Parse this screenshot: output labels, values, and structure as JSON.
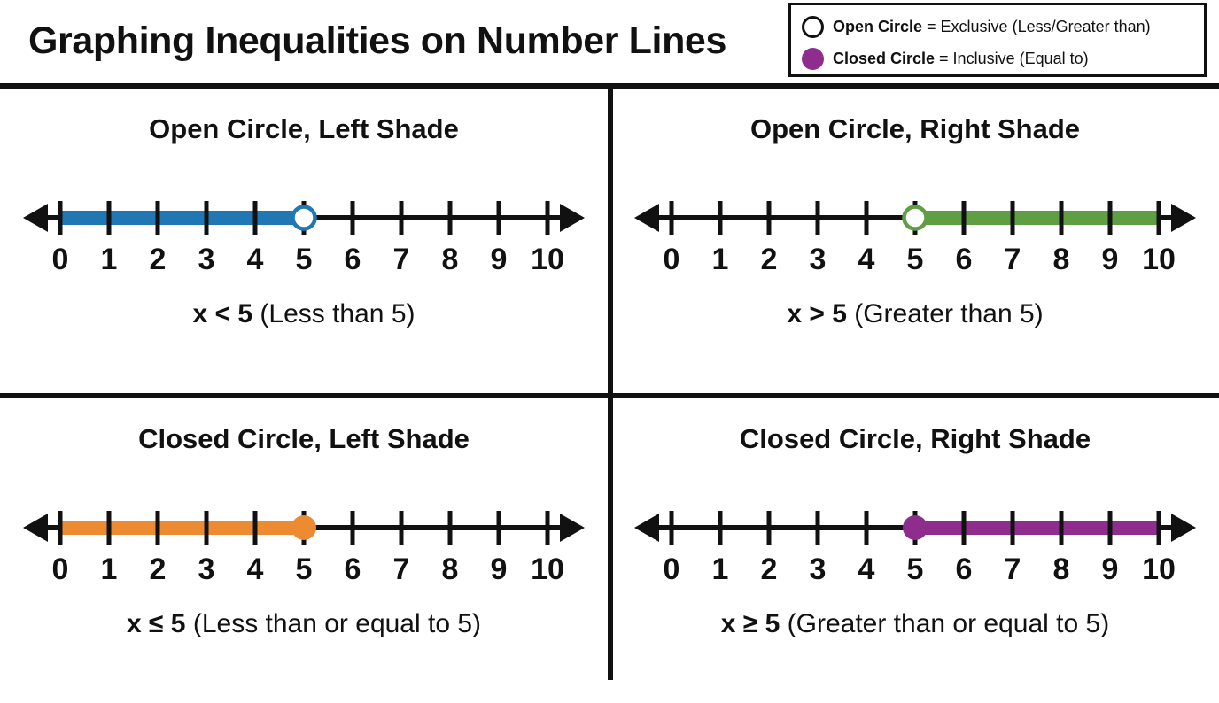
{
  "header": {
    "title": "Graphing Inequalities on Number Lines"
  },
  "legend": {
    "rows": [
      {
        "icon": "open-circle-icon",
        "term": "Open Circle",
        "definition": "= Exclusive (Less/Greater than)"
      },
      {
        "icon": "closed-circle-icon",
        "term": "Closed Circle",
        "definition": "= Inclusive (Equal to)"
      }
    ]
  },
  "colors": {
    "blue": "#2077B4",
    "green": "#5F9E42",
    "orange": "#ED8B33",
    "purple": "#8E2D8E",
    "axis": "#111111",
    "background": "#FFFFFF"
  },
  "chart_data": {
    "type": "line",
    "title": "Graphing Inequalities on Number Lines",
    "xlabel": "",
    "ylabel": "",
    "xlim": [
      0,
      10
    ],
    "tick_labels": [
      "0",
      "1",
      "2",
      "3",
      "4",
      "5",
      "6",
      "7",
      "8",
      "9",
      "10"
    ],
    "grid": false,
    "legend_position": "top-right",
    "series": [
      {
        "name": "Open Circle, Left Shade",
        "inequality": "x < 5",
        "description": "(Less than 5)",
        "endpoint": 5,
        "endpoint_style": "open",
        "shade_from": 0,
        "shade_to": 5,
        "direction": "left",
        "color": "#2077B4"
      },
      {
        "name": "Open Circle, Right Shade",
        "inequality": "x > 5",
        "description": "(Greater than 5)",
        "endpoint": 5,
        "endpoint_style": "open",
        "shade_from": 5,
        "shade_to": 10,
        "direction": "right",
        "color": "#5F9E42"
      },
      {
        "name": "Closed Circle, Left Shade",
        "inequality": "x ≤ 5",
        "description": "(Less than or equal to 5)",
        "endpoint": 5,
        "endpoint_style": "closed",
        "shade_from": 0,
        "shade_to": 5,
        "direction": "left",
        "color": "#ED8B33"
      },
      {
        "name": "Closed Circle, Right Shade",
        "inequality": "x ≥ 5",
        "description": "(Greater than or equal to 5)",
        "endpoint": 5,
        "endpoint_style": "closed",
        "shade_from": 5,
        "shade_to": 10,
        "direction": "right",
        "color": "#8E2D8E"
      }
    ]
  },
  "panels": [
    {
      "title": "Open Circle, Left Shade",
      "inequality": "x < 5",
      "description": "(Less than 5)",
      "ticks": [
        "0",
        "1",
        "2",
        "3",
        "4",
        "5",
        "6",
        "7",
        "8",
        "9",
        "10"
      ]
    },
    {
      "title": "Open Circle, Right Shade",
      "inequality": "x > 5",
      "description": "(Greater than 5)",
      "ticks": [
        "0",
        "1",
        "2",
        "3",
        "4",
        "5",
        "6",
        "7",
        "8",
        "9",
        "10"
      ]
    },
    {
      "title": "Closed Circle, Left Shade",
      "inequality": "x ≤ 5",
      "description": "(Less than or equal to 5)",
      "ticks": [
        "0",
        "1",
        "2",
        "3",
        "4",
        "5",
        "6",
        "7",
        "8",
        "9",
        "10"
      ]
    },
    {
      "title": "Closed Circle, Right Shade",
      "inequality": "x ≥ 5",
      "description": "(Greater than or equal to 5)",
      "ticks": [
        "0",
        "1",
        "2",
        "3",
        "4",
        "5",
        "6",
        "7",
        "8",
        "9",
        "10"
      ]
    }
  ]
}
